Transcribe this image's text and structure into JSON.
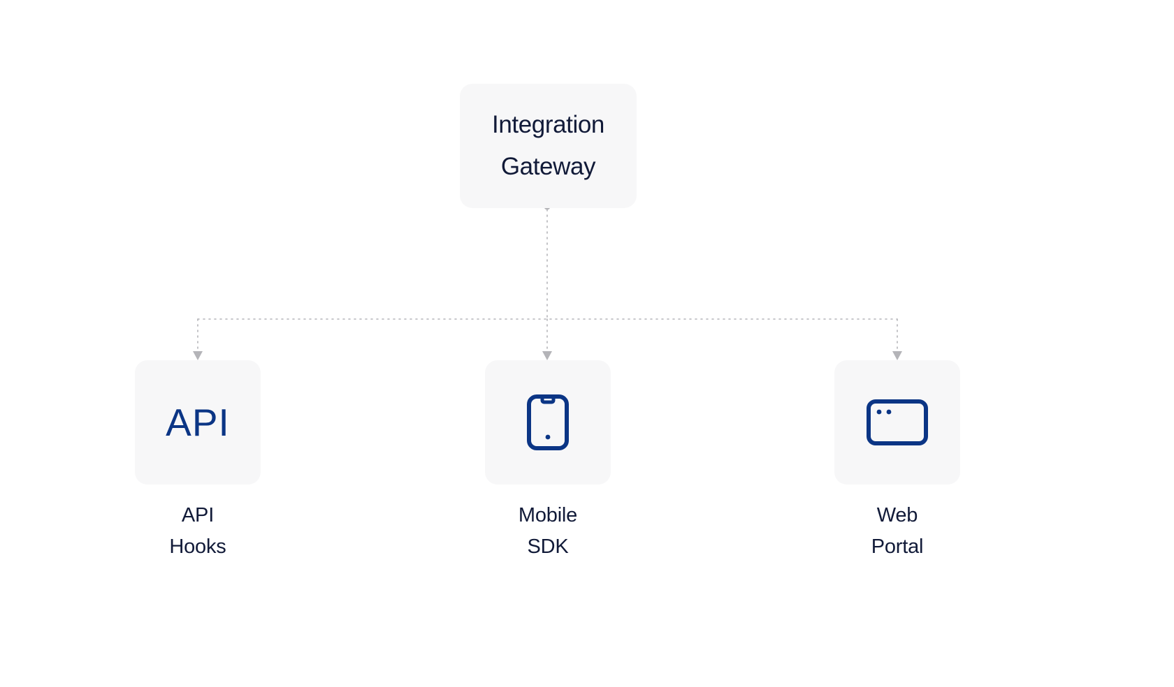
{
  "diagram": {
    "type": "hierarchy",
    "background_color": "#ffffff",
    "node_fill": "#f7f7f8",
    "text_color": "#111a38",
    "icon_color": "#0b3585",
    "connector_color": "#b4b4b8",
    "root": {
      "title_line_1": "Integration",
      "title_line_2": "Gateway"
    },
    "children": [
      {
        "icon": "api-text-icon",
        "icon_text": "API",
        "label_line_1": "API",
        "label_line_2": "Hooks"
      },
      {
        "icon": "smartphone-icon",
        "icon_text": "",
        "label_line_1": "Mobile",
        "label_line_2": "SDK"
      },
      {
        "icon": "browser-window-icon",
        "icon_text": "",
        "label_line_1": "Web",
        "label_line_2": "Portal"
      }
    ]
  }
}
